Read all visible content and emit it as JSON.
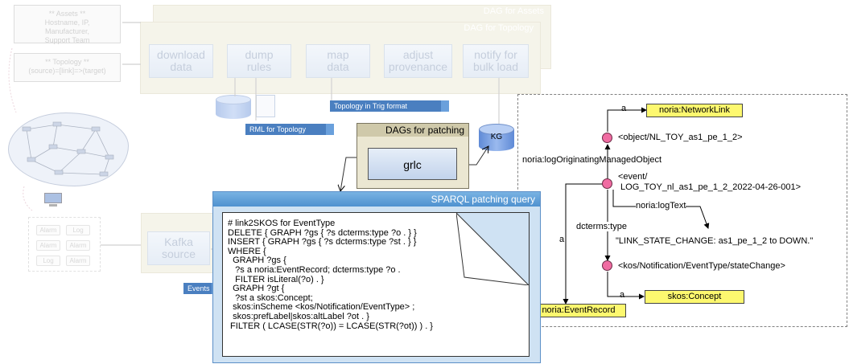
{
  "notes": {
    "assets": "** Assets **\nHostname, IP,\nManufacturer,\nSupport Team",
    "topology": "** Topology **\n(source)=[link]=>(target)"
  },
  "banners": {
    "assets_dag": "DAG for Assets",
    "topology_dag": "DAG for Topology",
    "patching_dag": "DAGs for patching"
  },
  "steps": [
    "download\ndata",
    "dump\nrules",
    "map\ndata",
    "adjust\nprovenance",
    "notify for\nbulk load"
  ],
  "tags": {
    "rml": "RML for Topology",
    "trig": "Topology in Trig format",
    "events": "Events"
  },
  "kg_label": "KG",
  "grlc_label": "grlc",
  "kafka_label": "Kafka\nsource",
  "alarms": [
    "Alarm",
    "Log",
    "Alarm",
    "Alarm",
    "Log",
    "Alarm"
  ],
  "sparql": {
    "title": "SPARQL patching query",
    "code": "# link2SKOS for EventType\nDELETE { GRAPH ?gs { ?s dcterms:type ?o . } }\nINSERT { GRAPH ?gs { ?s dcterms:type ?st . } }\nWHERE {\n  GRAPH ?gs {\n   ?s a noria:EventRecord; dcterms:type ?o .\n   FILTER isLiteral(?o) . }\n  GRAPH ?gt {\n   ?st a skos:Concept;\n  skos:inScheme <kos/Notification/EventType> ;\n  skos:prefLabel|skos:altLabel ?ot . }\n FILTER ( LCASE(STR(?o)) = LCASE(STR(?ot)) ) . }"
  },
  "rdf": {
    "classes": {
      "network_link": "noria:NetworkLink",
      "skos_concept": "skos:Concept",
      "event_record": "noria:EventRecord"
    },
    "nodes": {
      "object": "<object/NL_TOY_as1_pe_1_2>",
      "event": "<event/\n LOG_TOY_nl_as1_pe_1_2_2022-04-26-001>",
      "concept": "<kos/Notification/EventType/stateChange>"
    },
    "predicates": {
      "a_top": "a",
      "log_object": "noria:logOriginatingManagedObject",
      "log_text": "noria:logText",
      "dcterms_type": "dcterms:type",
      "a_left": "a",
      "a_bottom": "a"
    },
    "literal": "\"LINK_STATE_CHANGE: as1_pe_1_2 to DOWN.\""
  },
  "colors": {
    "node_fill": "#f06ca2",
    "class_fill": "#fdf86f",
    "tag_blue": "#4a7fc0",
    "banner": "#ebe7d2",
    "sparql_header": "#5d9fd6"
  }
}
